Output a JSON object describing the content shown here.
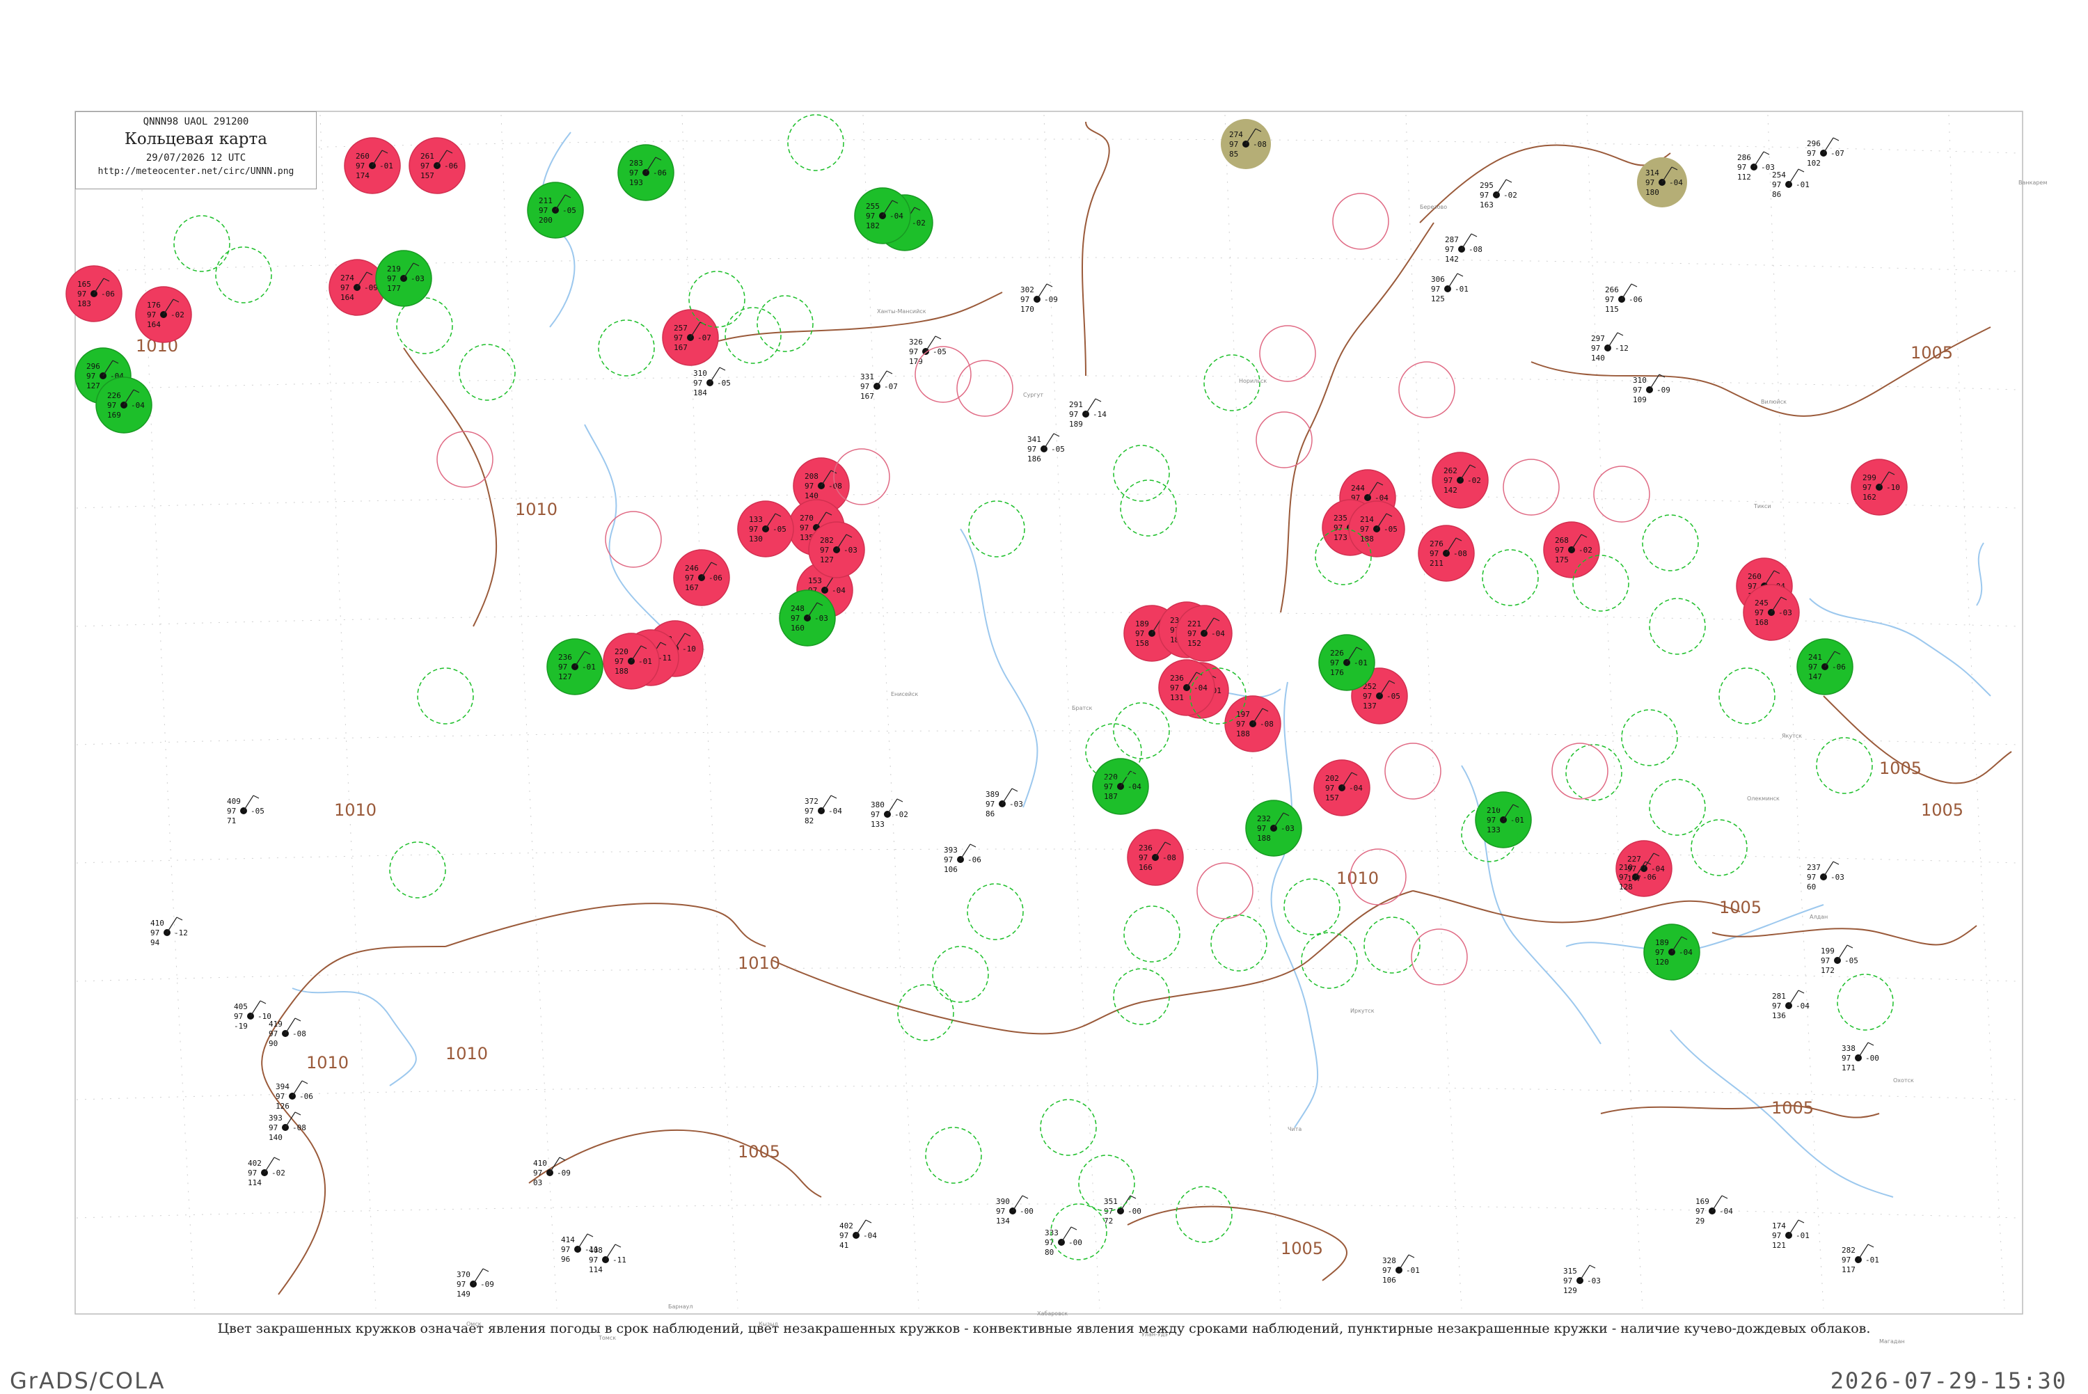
{
  "header": {
    "code_line": "QNNN98  UAOL  291200",
    "title": "Кольцевая карта",
    "date": "29/07/2026 12 UTC",
    "url": "http://meteocenter.net/circ/UNNN.png"
  },
  "caption": "Цвет закрашенных кружков означает явления погоды в срок наблюдений, цвет незакрашенных кружков - конвективные явления между сроками наблюдений, пунктирные незакрашенные кружки - наличие кучево-дождевых облаков.",
  "footer": {
    "left": "GrADS/COLA",
    "right": "2026-07-29-15:30"
  },
  "colors": {
    "thunder_red": "#f03a5f",
    "shower_green": "#1dbf2a",
    "dust_olive": "#b5ae76",
    "isobar": "#9a5a3a",
    "river": "#9cc8ee"
  },
  "isobar_labels": [
    "1010",
    "1010",
    "1010",
    "1010",
    "1010",
    "1010",
    "1010",
    "1005",
    "1005",
    "1005",
    "1005",
    "1005",
    "1005",
    "1005"
  ],
  "stations": {
    "filled_red": [
      {
        "p": "260",
        "t": "-01",
        "v": "174"
      },
      {
        "p": "261",
        "t": "-06",
        "v": "157"
      },
      {
        "p": "165",
        "t": "-06",
        "v": "183"
      },
      {
        "p": "176",
        "t": "-02",
        "v": "164"
      },
      {
        "p": "274",
        "t": "-09",
        "v": "164"
      },
      {
        "p": "257",
        "t": "-07",
        "v": "167"
      },
      {
        "p": "208",
        "t": "-08",
        "v": "140"
      },
      {
        "p": "270",
        "t": "-05",
        "v": "135"
      },
      {
        "p": "133",
        "t": "-05",
        "v": "130"
      },
      {
        "p": "153",
        "t": "-04",
        "v": "130"
      },
      {
        "p": "282",
        "t": "-03",
        "v": "127"
      },
      {
        "p": "246",
        "t": "-06",
        "v": "167"
      },
      {
        "p": "298",
        "t": "-10",
        "v": "141"
      },
      {
        "p": "261",
        "t": "-11",
        "v": "175"
      },
      {
        "p": "220",
        "t": "-01",
        "v": "188"
      },
      {
        "p": "189",
        "t": "-00",
        "v": "158"
      },
      {
        "p": "234",
        "t": "-04",
        "v": "180"
      },
      {
        "p": "221",
        "t": "-04",
        "v": "152"
      },
      {
        "p": "286",
        "t": "-01",
        "v": "174"
      },
      {
        "p": "252",
        "t": "-05",
        "v": "137"
      },
      {
        "p": "244",
        "t": "-04",
        "v": "131"
      },
      {
        "p": "262",
        "t": "-02",
        "v": "142"
      },
      {
        "p": "235",
        "t": "-02",
        "v": "173"
      },
      {
        "p": "214",
        "t": "-05",
        "v": "188"
      },
      {
        "p": "276",
        "t": "-08",
        "v": "211"
      },
      {
        "p": "268",
        "t": "-02",
        "v": "175"
      },
      {
        "p": "260",
        "t": "-04",
        "v": "159"
      },
      {
        "p": "245",
        "t": "-03",
        "v": "168"
      },
      {
        "p": "299",
        "t": "-10",
        "v": "162"
      },
      {
        "p": "197",
        "t": "-08",
        "v": "188"
      },
      {
        "p": "202",
        "t": "-04",
        "v": "157"
      },
      {
        "p": "236",
        "t": "-08",
        "v": "166"
      },
      {
        "p": "227",
        "t": "-04",
        "v": "147"
      },
      {
        "p": "236",
        "t": "-04",
        "v": "131"
      }
    ],
    "filled_green": [
      {
        "p": "283",
        "t": "-06",
        "v": "193"
      },
      {
        "p": "211",
        "t": "-05",
        "v": "200"
      },
      {
        "p": "251",
        "t": "-02",
        "v": "178"
      },
      {
        "p": "219",
        "t": "-03",
        "v": "177"
      },
      {
        "p": "296",
        "t": "-04",
        "v": "127"
      },
      {
        "p": "226",
        "t": "-04",
        "v": "169"
      },
      {
        "p": "248",
        "t": "-03",
        "v": "160"
      },
      {
        "p": "236",
        "t": "-01",
        "v": "127"
      },
      {
        "p": "220",
        "t": "-04",
        "v": "187"
      },
      {
        "p": "232",
        "t": "-03",
        "v": "188"
      },
      {
        "p": "210",
        "t": "-01",
        "v": "133"
      },
      {
        "p": "189",
        "t": "-04",
        "v": "120"
      },
      {
        "p": "241",
        "t": "-06",
        "v": "147"
      },
      {
        "p": "226",
        "t": "-01",
        "v": "176"
      },
      {
        "p": "255",
        "t": "-04",
        "v": "182"
      }
    ],
    "filled_olive": [
      {
        "p": "274",
        "t": "-08",
        "v": "85"
      },
      {
        "p": "314",
        "t": "-04",
        "v": "180"
      }
    ],
    "plain_samples": [
      {
        "p": "296",
        "t": "-07",
        "v": "102"
      },
      {
        "p": "286",
        "t": "-03",
        "v": "112"
      },
      {
        "p": "254",
        "t": "-01",
        "v": "86"
      },
      {
        "p": "295",
        "t": "-02",
        "v": "163"
      },
      {
        "p": "287",
        "t": "-08",
        "v": "142"
      },
      {
        "p": "306",
        "t": "-01",
        "v": "125"
      },
      {
        "p": "266",
        "t": "-06",
        "v": "115"
      },
      {
        "p": "297",
        "t": "-12",
        "v": "140"
      },
      {
        "p": "310",
        "t": "-09",
        "v": "109"
      },
      {
        "p": "291",
        "t": "-14",
        "v": "189"
      },
      {
        "p": "302",
        "t": "-09",
        "v": "170"
      },
      {
        "p": "341",
        "t": "-05",
        "v": "186"
      },
      {
        "p": "326",
        "t": "-05",
        "v": "179"
      },
      {
        "p": "331",
        "t": "-07",
        "v": "167"
      },
      {
        "p": "310",
        "t": "-05",
        "v": "184"
      },
      {
        "p": "372",
        "t": "-04",
        "v": "82"
      },
      {
        "p": "380",
        "t": "-02",
        "v": "133"
      },
      {
        "p": "389",
        "t": "-03",
        "v": "86"
      },
      {
        "p": "393",
        "t": "-06",
        "v": "106"
      },
      {
        "p": "409",
        "t": "-05",
        "v": "71"
      },
      {
        "p": "410",
        "t": "-12",
        "v": "94"
      },
      {
        "p": "405",
        "t": "-10",
        "v": "-19"
      },
      {
        "p": "419",
        "t": "-08",
        "v": "90"
      },
      {
        "p": "394",
        "t": "-06",
        "v": "126"
      },
      {
        "p": "393",
        "t": "-08",
        "v": "140"
      },
      {
        "p": "402",
        "t": "-02",
        "v": "114"
      },
      {
        "p": "410",
        "t": "-09",
        "v": "03"
      },
      {
        "p": "414",
        "t": "-11",
        "v": "96"
      },
      {
        "p": "370",
        "t": "-09",
        "v": "149"
      },
      {
        "p": "408",
        "t": "-11",
        "v": "114"
      },
      {
        "p": "402",
        "t": "-04",
        "v": "41"
      },
      {
        "p": "390",
        "t": "-00",
        "v": "134"
      },
      {
        "p": "333",
        "t": "-00",
        "v": "80"
      },
      {
        "p": "351",
        "t": "-00",
        "v": "72"
      },
      {
        "p": "328",
        "t": "-01",
        "v": "106"
      },
      {
        "p": "315",
        "t": "-03",
        "v": "129"
      },
      {
        "p": "169",
        "t": "-04",
        "v": "29"
      },
      {
        "p": "174",
        "t": "-01",
        "v": "121"
      },
      {
        "p": "282",
        "t": "-01",
        "v": "117"
      },
      {
        "p": "338",
        "t": "-00",
        "v": "171"
      },
      {
        "p": "281",
        "t": "-04",
        "v": "136"
      },
      {
        "p": "199",
        "t": "-05",
        "v": "172"
      },
      {
        "p": "210",
        "t": "-06",
        "v": "128"
      },
      {
        "p": "237",
        "t": "-03",
        "v": "60"
      }
    ]
  },
  "place_names": [
    "Ванкарем",
    "Березово",
    "Вилюйск",
    "Тикси",
    "Норильск",
    "Ханты-Мансийск",
    "Сургут",
    "Енисейск",
    "Братск",
    "Иркутск",
    "Чита",
    "Якутск",
    "Олекминск",
    "Алдан",
    "Охотск",
    "Магадан",
    "Хабаровск",
    "Омск",
    "Томск",
    "Барнаул",
    "Кызыл",
    "Улан-Удэ"
  ]
}
